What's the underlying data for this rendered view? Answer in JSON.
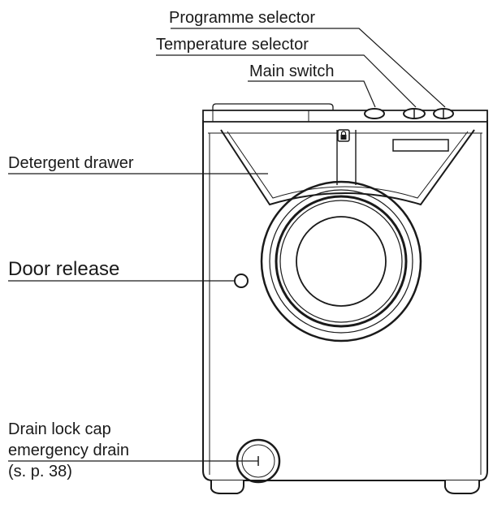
{
  "labels": {
    "programme_selector": "Programme selector",
    "temperature_selector": "Temperature selector",
    "main_switch": "Main switch",
    "detergent_drawer": "Detergent drawer",
    "door_release": "Door release",
    "drain_lock_cap_line1": "Drain lock cap",
    "drain_lock_cap_line2": "emergency drain",
    "drain_lock_cap_line3": "(s. p. 38)"
  },
  "icons": {
    "control_panel_lock": "padlock-icon",
    "drain_cap_mark": "vertical-bar-mark"
  },
  "colors": {
    "line": "#1a1a1a",
    "background": "#ffffff"
  }
}
